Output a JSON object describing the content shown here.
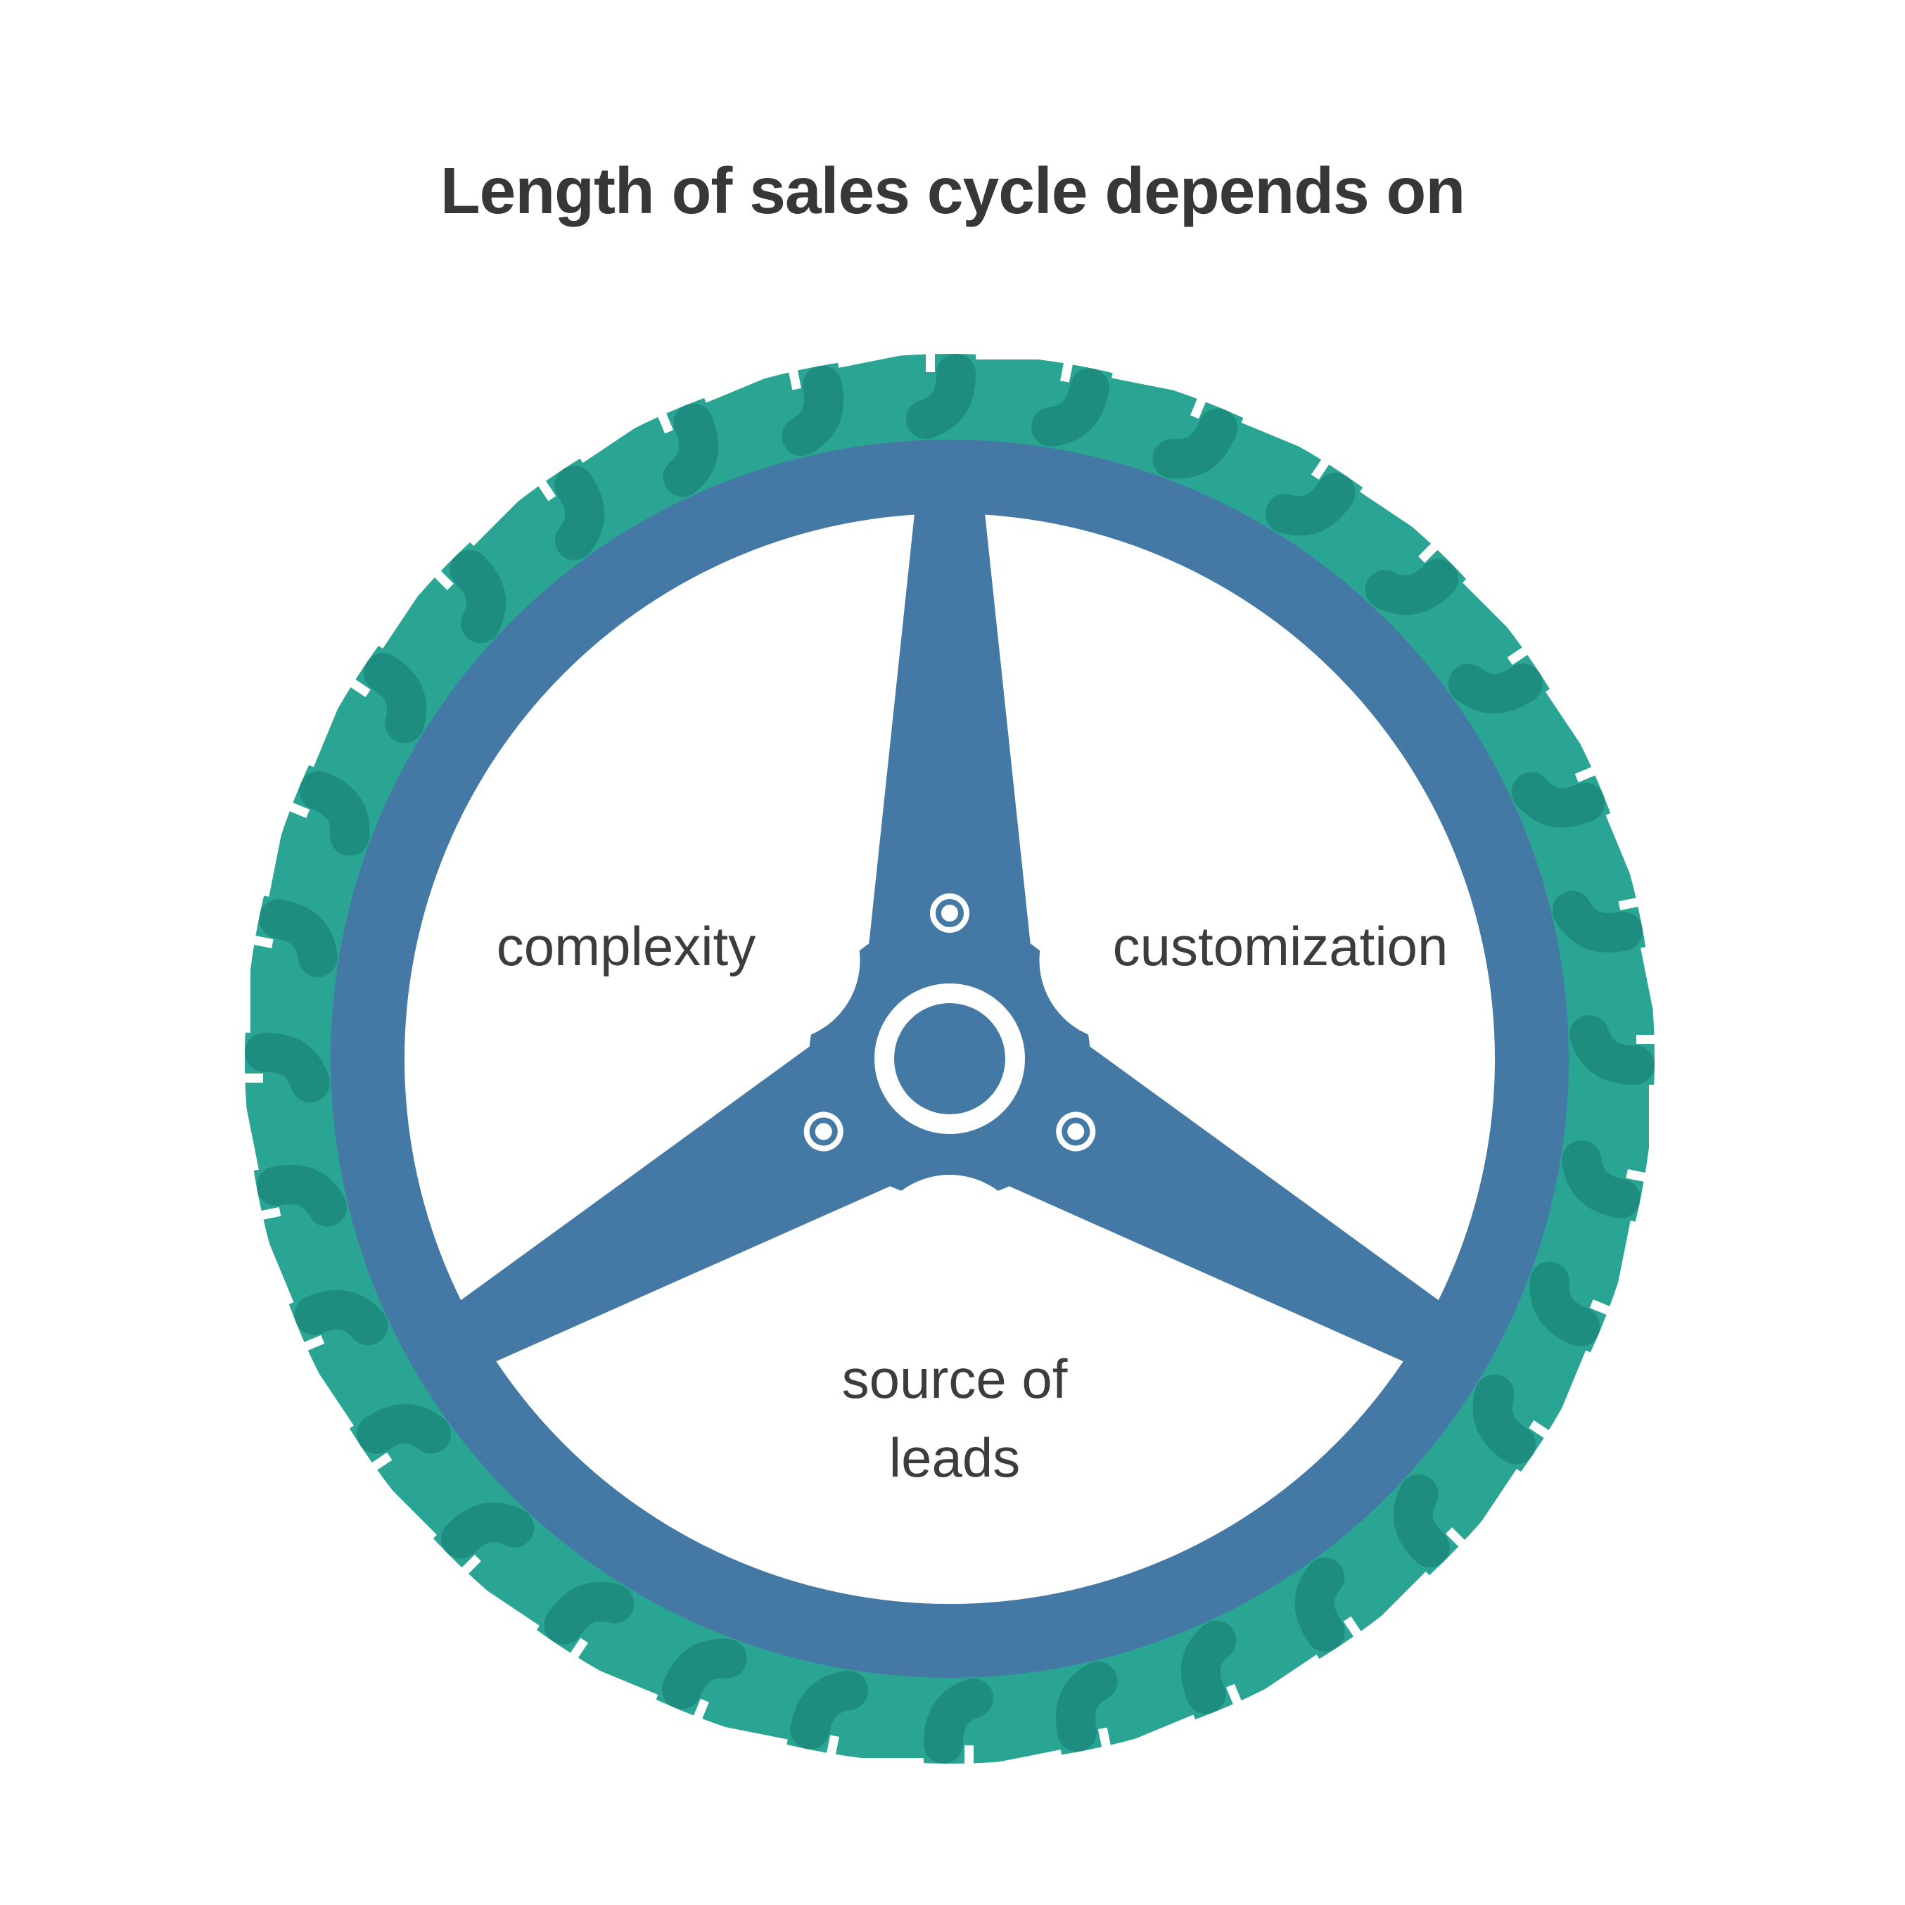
{
  "title": "Length of sales cycle depends on",
  "labels": {
    "complexity": "complexity",
    "customization": "customization",
    "source_of_leads": "source of\nleads"
  },
  "colors": {
    "background": "#ffffff",
    "tire": "#2aa594",
    "tread": "#1e8c7e",
    "rim": "#4479a6",
    "title_text": "#373737",
    "label_text": "#3c3c3c"
  },
  "wheel": {
    "description": "steering-wheel / tire illustration with three spokes",
    "tread_count": 32,
    "spoke_count": 3,
    "bolt_count": 3,
    "spoke_angles_deg": [
      0,
      120,
      240
    ]
  }
}
